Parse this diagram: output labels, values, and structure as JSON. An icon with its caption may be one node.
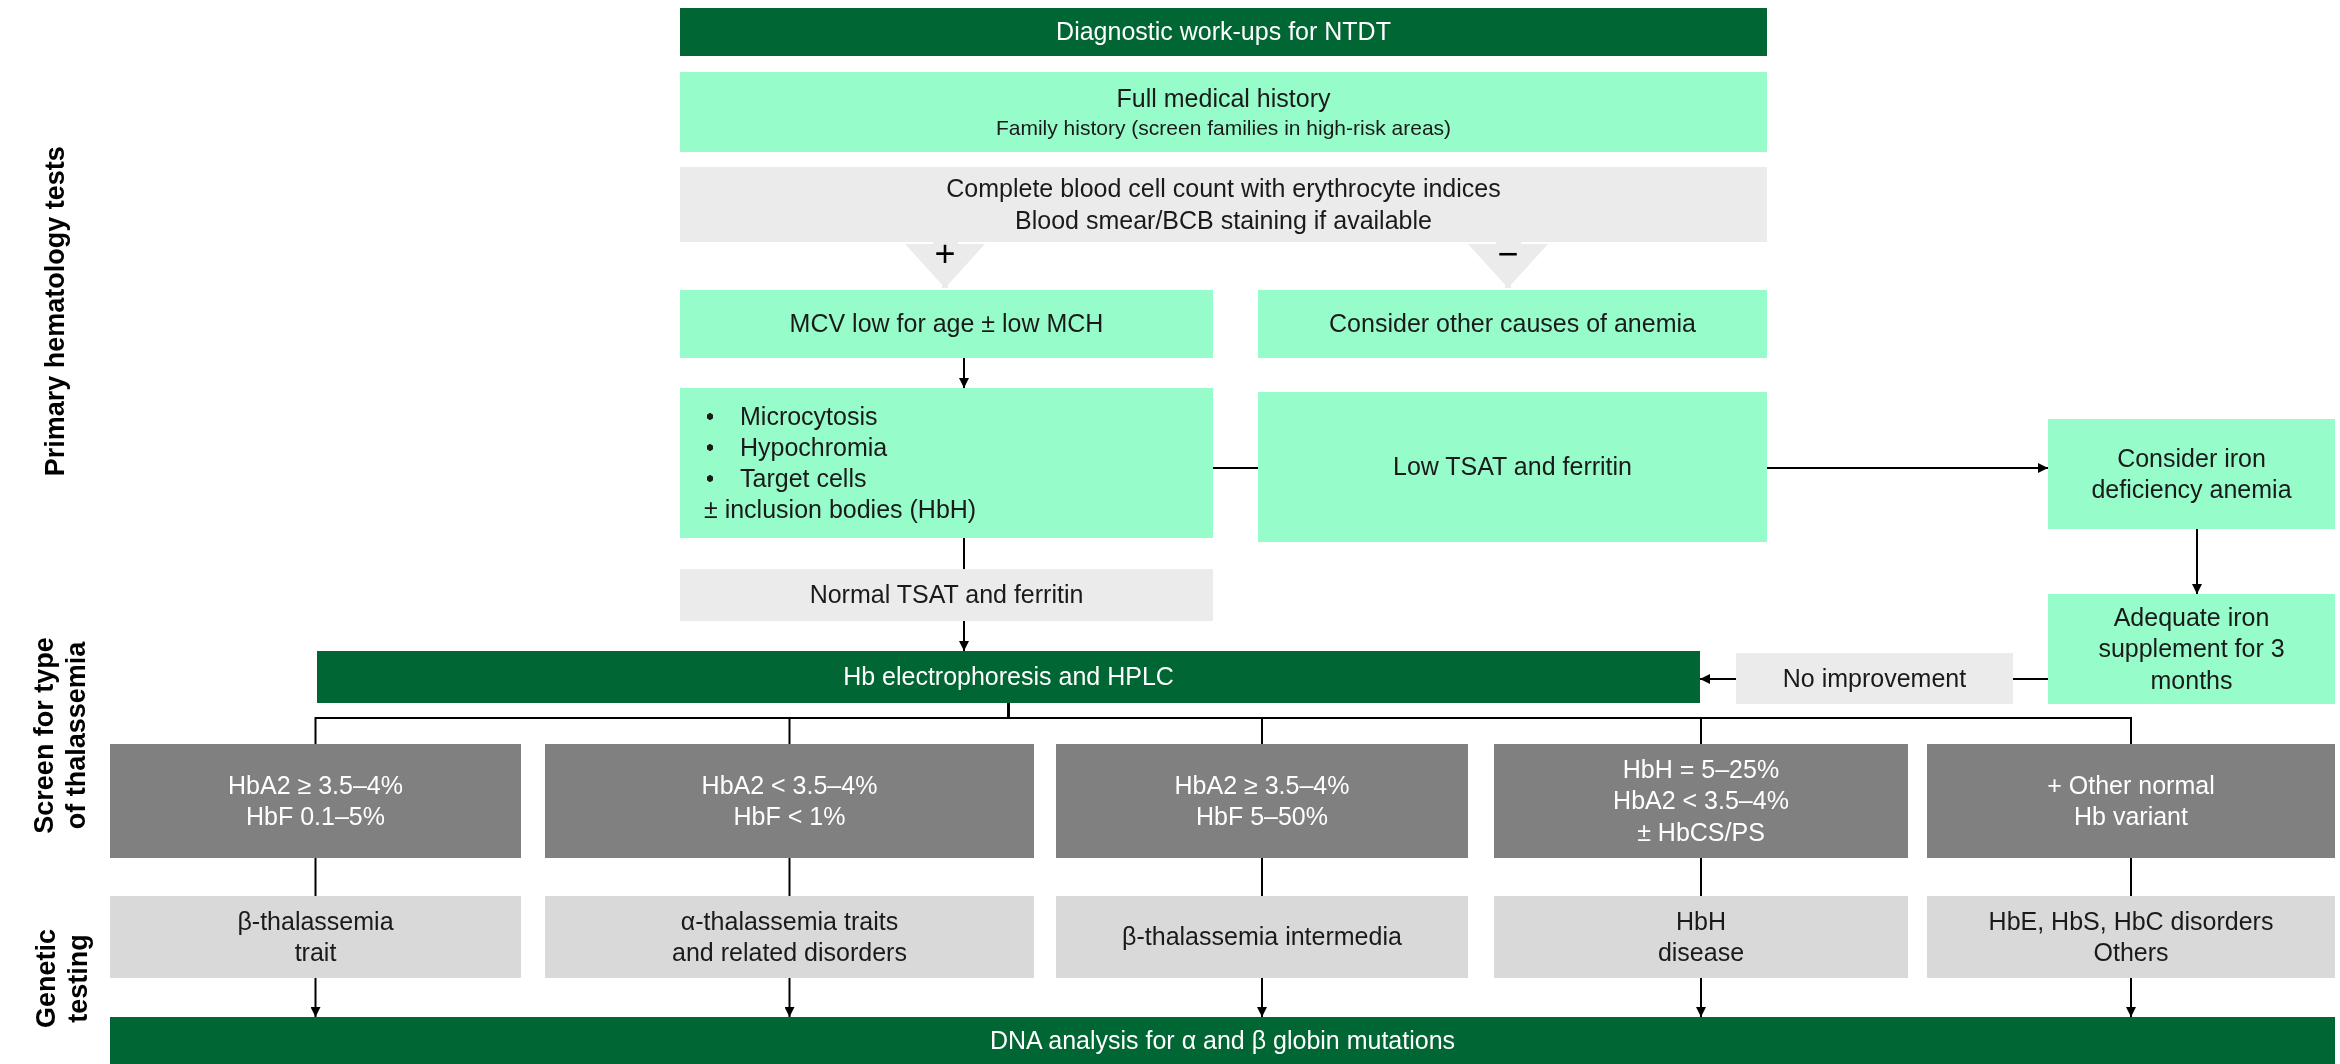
{
  "diagram": {
    "nodes": [
      {
        "text": [
          "Diagnostic work-ups for NTDT"
        ]
      },
      {
        "text": [
          "Full medical history",
          "Family history (screen families in high-risk areas)"
        ]
      },
      {
        "text": [
          "Complete blood cell count with erythrocyte indices",
          "Blood smear/BCB staining if available"
        ]
      },
      {
        "text": [
          "MCV low for age ± low MCH"
        ]
      },
      {
        "text": [
          "Consider other causes of anemia"
        ]
      },
      {
        "text": [
          "Microcytosis",
          "Hypochromia",
          "Target cells",
          "± inclusion bodies (HbH)"
        ]
      },
      {
        "text": [
          "Low TSAT and ferritin"
        ]
      },
      {
        "text": [
          "Consider iron deficiency anemia"
        ]
      },
      {
        "text": [
          "Normal TSAT and ferritin"
        ]
      },
      {
        "text": [
          "Adequate iron supplement for 3 months"
        ]
      },
      {
        "text": [
          "Hb electrophoresis and HPLC"
        ]
      },
      {
        "text": [
          "No improvement"
        ]
      },
      {
        "text": [
          "HbA2 ≥ 3.5–4%",
          "HbF 0.1–5%"
        ]
      },
      {
        "text": [
          "HbA2 < 3.5–4%",
          "HbF < 1%"
        ]
      },
      {
        "text": [
          "HbA2 ≥ 3.5–4%",
          "HbF 5–50%"
        ]
      },
      {
        "text": [
          "HbH = 5–25%",
          "HbA2 < 3.5–4%",
          "± HbCS/PS"
        ]
      },
      {
        "text": [
          "+ Other normal Hb variant"
        ]
      },
      {
        "text": [
          "β-thalassemia trait"
        ]
      },
      {
        "text": [
          "α-thalassemia traits and related disorders"
        ]
      },
      {
        "text": [
          "β-thalassemia intermedia"
        ]
      },
      {
        "text": [
          "HbH disease"
        ]
      },
      {
        "text": [
          "HbE, HbS, HbC disorders",
          "Others"
        ]
      },
      {
        "text": [
          "DNA analysis for α and β globin mutations"
        ]
      }
    ],
    "edges": [
      {
        "from": 2,
        "to": 3,
        "arrow": "to",
        "label": "+",
        "style": "thick",
        "color": "#ebebeb"
      },
      {
        "from": 2,
        "to": 4,
        "arrow": "to",
        "label": "−",
        "style": "thick",
        "color": "#ebebeb"
      },
      {
        "from": 3,
        "to": 5,
        "arrow": "to"
      },
      {
        "from": 5,
        "to": 6,
        "arrow": "none"
      },
      {
        "from": 6,
        "to": 7,
        "arrow": "to"
      },
      {
        "from": 5,
        "to": 8,
        "arrow": "none"
      },
      {
        "from": 8,
        "to": 10,
        "arrow": "to"
      },
      {
        "from": 7,
        "to": 9,
        "arrow": "to"
      },
      {
        "from": 9,
        "to": 11,
        "arrow": "none"
      },
      {
        "from": 11,
        "to": 10,
        "arrow": "to"
      },
      {
        "from": 10,
        "to": 12,
        "arrow": "none"
      },
      {
        "from": 10,
        "to": 13,
        "arrow": "none"
      },
      {
        "from": 10,
        "to": 14,
        "arrow": "none"
      },
      {
        "from": 10,
        "to": 15,
        "arrow": "none"
      },
      {
        "from": 10,
        "to": 16,
        "arrow": "none"
      },
      {
        "from": 12,
        "to": 17,
        "arrow": "none"
      },
      {
        "from": 13,
        "to": 18,
        "arrow": "none"
      },
      {
        "from": 14,
        "to": 19,
        "arrow": "none"
      },
      {
        "from": 15,
        "to": 20,
        "arrow": "none"
      },
      {
        "from": 16,
        "to": 21,
        "arrow": "none"
      },
      {
        "from": 17,
        "to": 22,
        "arrow": "to"
      },
      {
        "from": 18,
        "to": 22,
        "arrow": "to"
      },
      {
        "from": 19,
        "to": 22,
        "arrow": "to"
      },
      {
        "from": 20,
        "to": 22,
        "arrow": "to"
      },
      {
        "from": 21,
        "to": 22,
        "arrow": "to"
      }
    ],
    "labels": [
      "Primary hematology tests",
      "Screen for type of thalassemia",
      "Genetic testing"
    ]
  }
}
